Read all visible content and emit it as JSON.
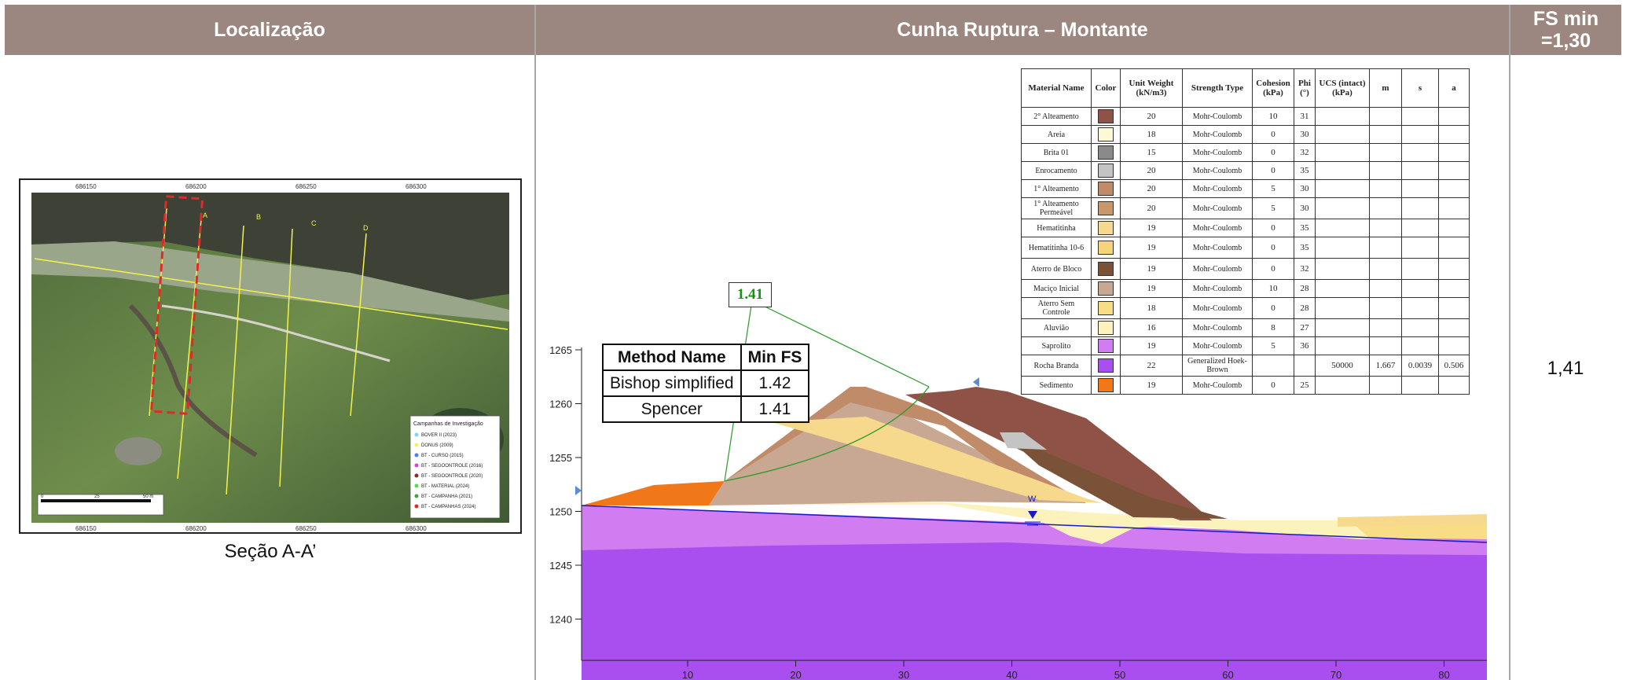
{
  "header": {
    "col1": "Localização",
    "col2": "Cunha Ruptura – Montante",
    "col3": "FS min\n=1,30"
  },
  "location": {
    "caption": "Seção A-A’",
    "map": {
      "coord_top": [
        "686150",
        "686200",
        "686250",
        "686300"
      ],
      "coord_bottom": [
        "686150",
        "686200",
        "686250",
        "686300"
      ],
      "section_letters": [
        "A",
        "B",
        "C",
        "D"
      ],
      "legend_title": "Campanhas de Investigação",
      "legend_items": [
        "BOVER II (2023)",
        "DONUS (2009)",
        "BT - CURSO (2015)",
        "BT - SEGOONTROLE (2016)",
        "BT - SEGOONTROLE (2020)",
        "BT - MATERIAL (2024)",
        "BT - CAMPANHA (2021)",
        "BT - CAMPANHAS (2024)"
      ],
      "scale_labels": [
        "0",
        "25",
        "50 m"
      ],
      "legend_colors": [
        "#7fd3ff",
        "#f6f64a",
        "#4a7dff",
        "#d04ad0",
        "#8a2b2b",
        "#4adf4a",
        "#3aa83a",
        "#e02a2a"
      ]
    }
  },
  "fs_value": "1,41",
  "slope": {
    "fs_label": "1.41",
    "method_table": {
      "headers": [
        "Method Name",
        "Min FS"
      ],
      "rows": [
        [
          "Bishop simplified",
          "1.42"
        ],
        [
          "Spencer",
          "1.41"
        ]
      ]
    },
    "water_label": "W",
    "y_ticks": [
      "1265",
      "1260",
      "1255",
      "1250",
      "1245",
      "1240"
    ],
    "x_ticks": [
      "10",
      "20",
      "30",
      "40",
      "50",
      "60",
      "70",
      "80"
    ]
  },
  "materials": {
    "headers": [
      "Material Name",
      "Color",
      "Unit Weight (kN/m3)",
      "Strength Type",
      "Cohesion (kPa)",
      "Phi (°)",
      "UCS (intact) (kPa)",
      "m",
      "s",
      "a"
    ],
    "rows": [
      {
        "name": "2° Alteamento",
        "color": "#8e5346",
        "uw": "20",
        "type": "Mohr-Coulomb",
        "coh": "10",
        "phi": "31",
        "ucs": "",
        "m": "",
        "s": "",
        "a": ""
      },
      {
        "name": "Areia",
        "color": "#fdf8d5",
        "uw": "18",
        "type": "Mohr-Coulomb",
        "coh": "0",
        "phi": "30",
        "ucs": "",
        "m": "",
        "s": "",
        "a": ""
      },
      {
        "name": "Brita 01",
        "color": "#8a8a8a",
        "uw": "15",
        "type": "Mohr-Coulomb",
        "coh": "0",
        "phi": "32",
        "ucs": "",
        "m": "",
        "s": "",
        "a": ""
      },
      {
        "name": "Enrocamento",
        "color": "#c4c4c4",
        "uw": "20",
        "type": "Mohr-Coulomb",
        "coh": "0",
        "phi": "35",
        "ucs": "",
        "m": "",
        "s": "",
        "a": ""
      },
      {
        "name": "1° Alteamento",
        "color": "#c08b68",
        "uw": "20",
        "type": "Mohr-Coulomb",
        "coh": "5",
        "phi": "30",
        "ucs": "",
        "m": "",
        "s": "",
        "a": ""
      },
      {
        "name": "1° Alteamento Permeável",
        "color": "#c9976c",
        "uw": "20",
        "type": "Mohr-Coulomb",
        "coh": "5",
        "phi": "30",
        "ucs": "",
        "m": "",
        "s": "",
        "a": ""
      },
      {
        "name": "Hematitinha",
        "color": "#f6d98c",
        "uw": "19",
        "type": "Mohr-Coulomb",
        "coh": "0",
        "phi": "35",
        "ucs": "",
        "m": "",
        "s": "",
        "a": ""
      },
      {
        "name": "Hematitinha 10-6",
        "color": "#f7d47a",
        "uw": "19",
        "type": "Mohr-Coulomb",
        "coh": "0",
        "phi": "35",
        "ucs": "",
        "m": "",
        "s": "",
        "a": ""
      },
      {
        "name": "Aterro de Bloco",
        "color": "#7a5238",
        "uw": "19",
        "type": "Mohr-Coulomb",
        "coh": "0",
        "phi": "32",
        "ucs": "",
        "m": "",
        "s": "",
        "a": ""
      },
      {
        "name": "Maciço Inicial",
        "color": "#c9a893",
        "uw": "19",
        "type": "Mohr-Coulomb",
        "coh": "10",
        "phi": "28",
        "ucs": "",
        "m": "",
        "s": "",
        "a": ""
      },
      {
        "name": "Aterro Sem Controle",
        "color": "#f8dc86",
        "uw": "18",
        "type": "Mohr-Coulomb",
        "coh": "0",
        "phi": "28",
        "ucs": "",
        "m": "",
        "s": "",
        "a": ""
      },
      {
        "name": "Aluvião",
        "color": "#fbf3bb",
        "uw": "16",
        "type": "Mohr-Coulomb",
        "coh": "8",
        "phi": "27",
        "ucs": "",
        "m": "",
        "s": "",
        "a": ""
      },
      {
        "name": "Saprolito",
        "color": "#d17cf0",
        "uw": "19",
        "type": "Mohr-Coulomb",
        "coh": "5",
        "phi": "36",
        "ucs": "",
        "m": "",
        "s": "",
        "a": ""
      },
      {
        "name": "Rocha Branda",
        "color": "#a94ff0",
        "uw": "22",
        "type": "Generalized Hoek-Brown",
        "coh": "",
        "phi": "",
        "ucs": "50000",
        "m": "1.667",
        "s": "0.0039",
        "a": "0.506"
      },
      {
        "name": "Sedimento",
        "color": "#f07818",
        "uw": "19",
        "type": "Mohr-Coulomb",
        "coh": "0",
        "phi": "25",
        "ucs": "",
        "m": "",
        "s": "",
        "a": ""
      }
    ]
  }
}
